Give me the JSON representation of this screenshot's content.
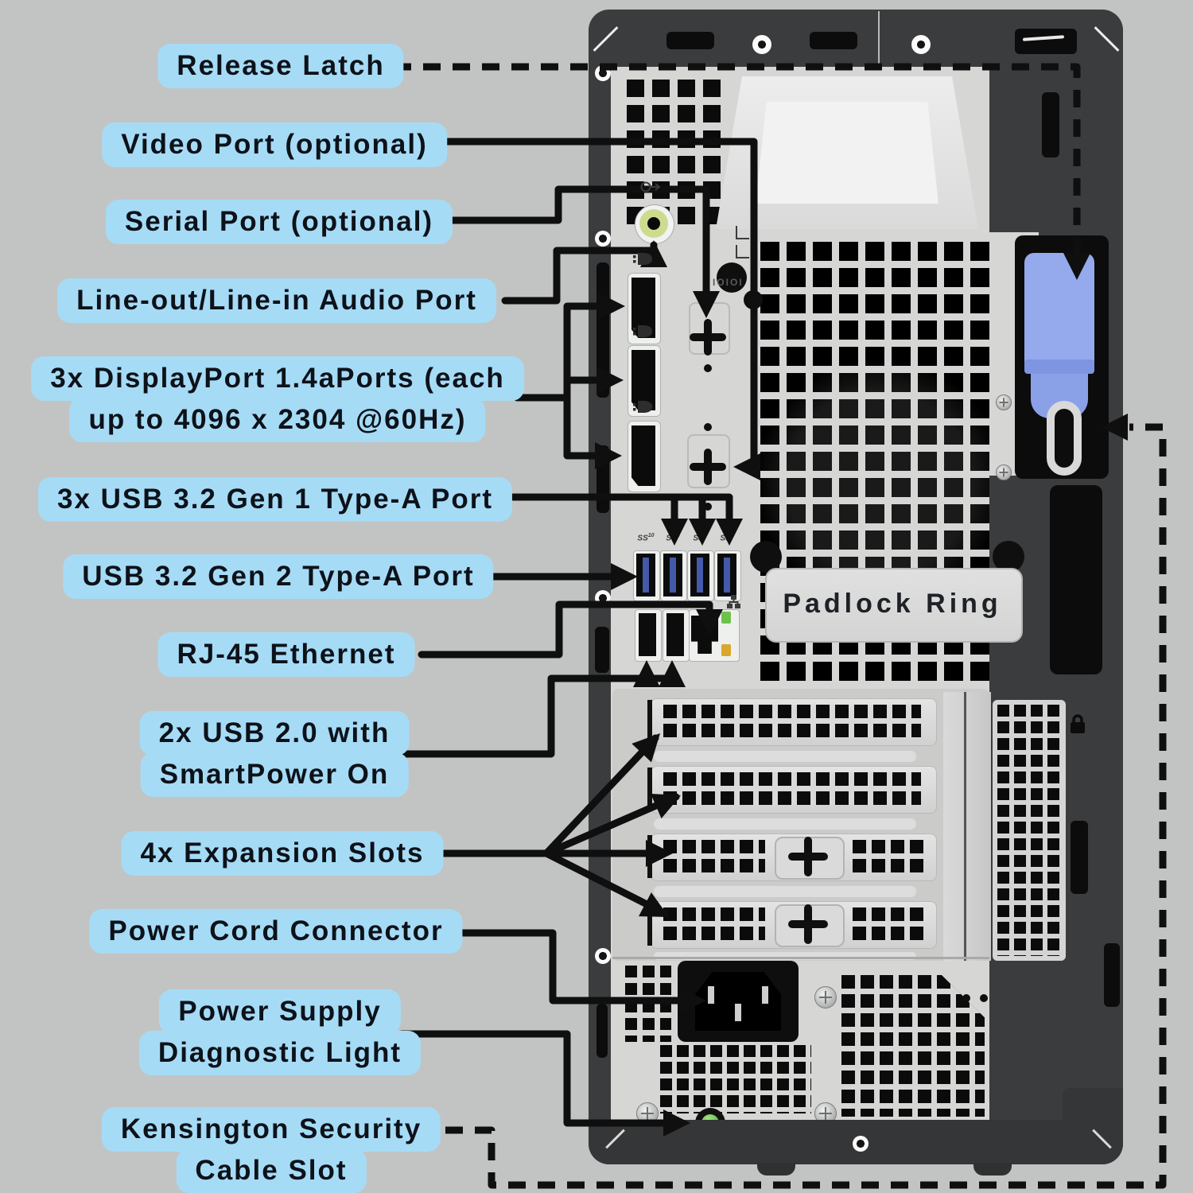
{
  "colors": {
    "background": "#c2c4c3",
    "label_bg": "#a6dbf6",
    "label_text": "#0d1219",
    "line": "#0f0f0f",
    "case_dark": "#3a3c3d",
    "case_black": "#0c0c0c",
    "panel": "#d6d7d5",
    "panel_recess": "#cbccca",
    "usb_blue": "#4459a8",
    "led_green": "#6cc24a",
    "led_amber": "#d9a62e",
    "audio_ring": "#ccdc8e",
    "latch_blue": "#94aaec",
    "metal_light": "#e2e3e2"
  },
  "callouts": {
    "release_latch": {
      "text": "Release Latch"
    },
    "video_port": {
      "text": "Video Port (optional)"
    },
    "serial_port": {
      "text": "Serial Port (optional)"
    },
    "audio_port": {
      "text": "Line-out/Line-in Audio Port"
    },
    "displayport": {
      "line1": "3x DisplayPort 1.4aPorts (each",
      "line2": "up to 4096 x 2304 @60Hz)"
    },
    "usb32_gen1": {
      "text": "3x USB 3.2 Gen 1 Type-A Port"
    },
    "usb32_gen2": {
      "text": "USB 3.2 Gen 2 Type-A Port"
    },
    "rj45": {
      "text": "RJ-45 Ethernet"
    },
    "usb20": {
      "line1": "2x USB 2.0 with",
      "line2": "SmartPower On"
    },
    "expansion": {
      "text": "4x Expansion Slots"
    },
    "power_cord": {
      "text": "Power Cord Connector"
    },
    "psu_light": {
      "line1": "Power Supply",
      "line2": "Diagnostic Light"
    },
    "kensington": {
      "line1": "Kensington Security",
      "line2": "Cable Slot"
    }
  },
  "device": {
    "padlock_ring_label": "Padlock Ring",
    "serial_port_glyph": "IOIOI",
    "usb_badges": [
      {
        "label": "SS",
        "speed": "10"
      },
      {
        "label": "SS",
        "speed": "5"
      },
      {
        "label": "SS",
        "speed": "5"
      },
      {
        "label": "SS",
        "speed": "5"
      }
    ]
  }
}
